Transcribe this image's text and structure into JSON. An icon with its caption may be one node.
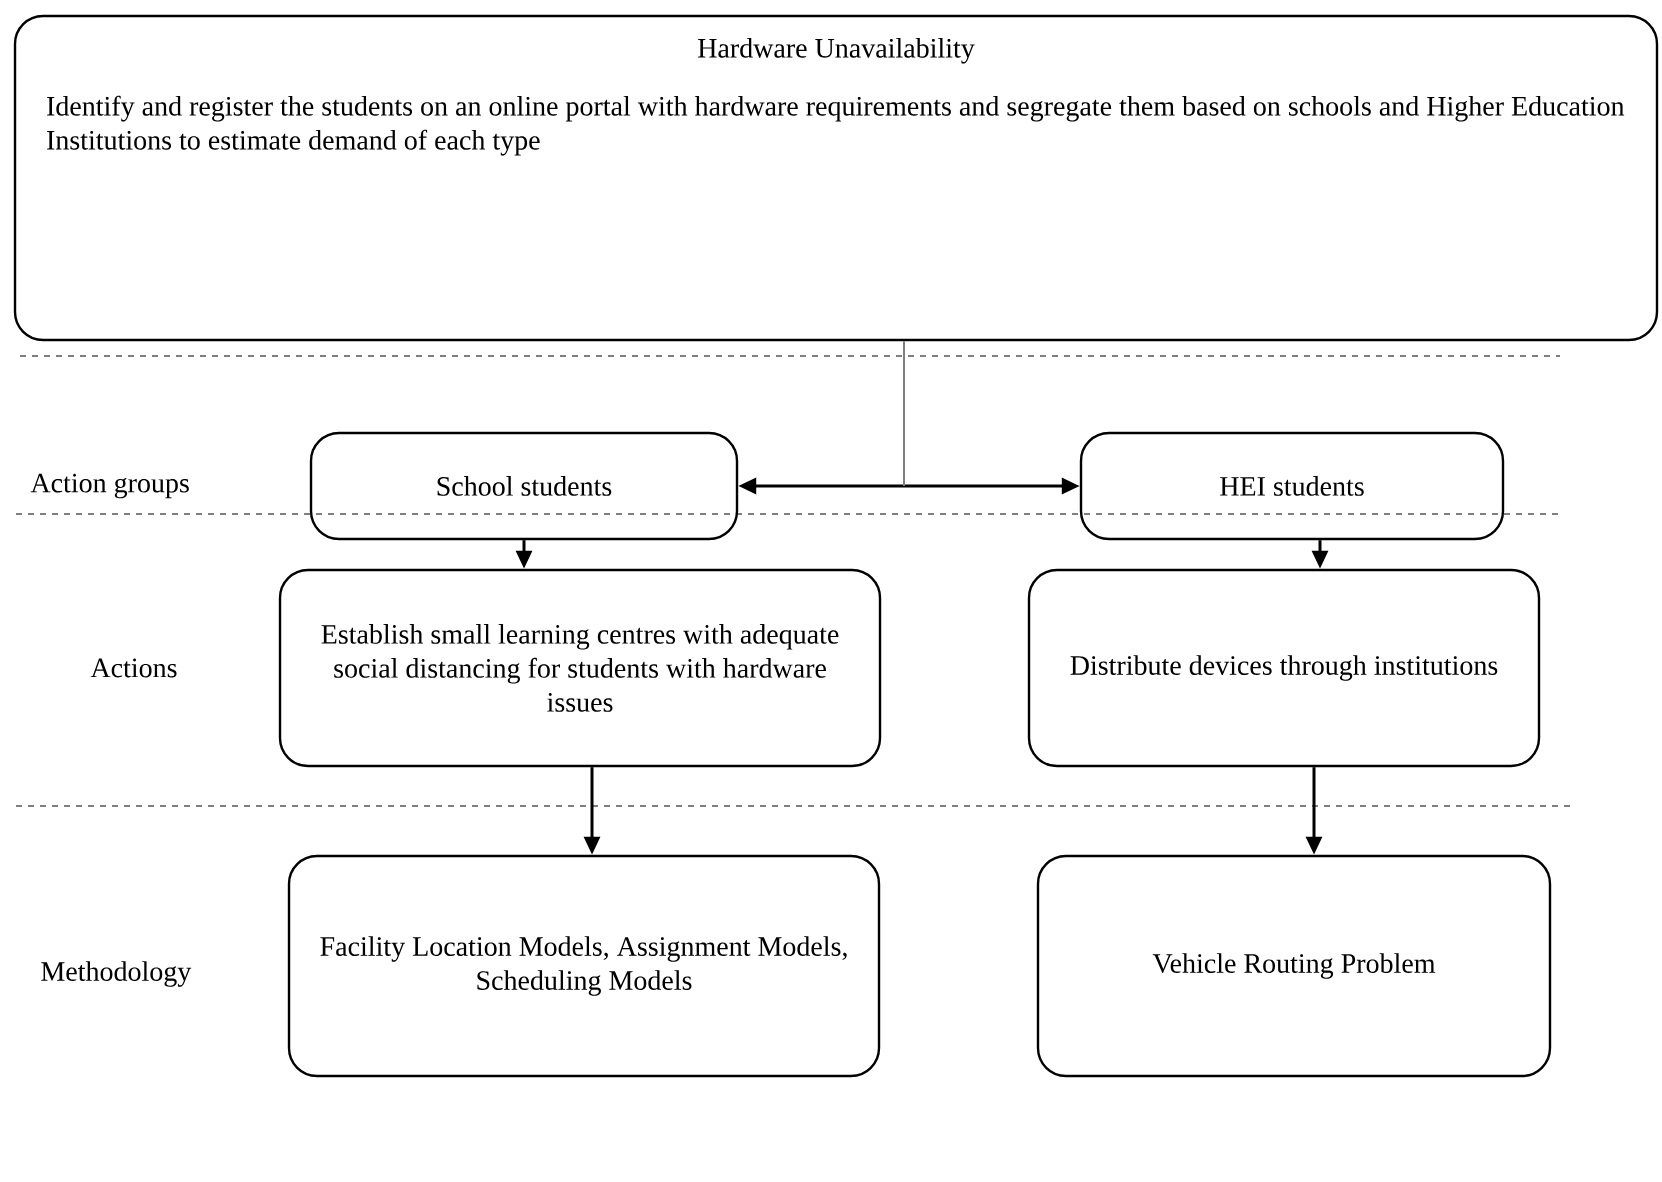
{
  "diagram": {
    "nodes": [
      {
        "text": [
          "Hardware Unavailability",
          "Identify and register the students on an online portal with hardware requirements and segregate them based on schools and Higher Education Institutions to estimate demand of each type"
        ]
      },
      {
        "text": [
          "School students"
        ]
      },
      {
        "text": [
          "HEI students"
        ]
      },
      {
        "text": [
          "Establish small learning centres with adequate social distancing for students with hardware issues"
        ]
      },
      {
        "text": [
          "Distribute devices through institutions"
        ]
      },
      {
        "text": [
          "Facility Location Models, Assignment Models, Scheduling Models"
        ]
      },
      {
        "text": [
          "Vehicle Routing Problem"
        ]
      }
    ],
    "edges": [
      {
        "from": 1,
        "to": 2,
        "arrow": "both"
      },
      {
        "from": 0,
        "to": null,
        "arrow": "none",
        "color": "#808080"
      },
      {
        "from": 1,
        "to": 3,
        "arrow": "to"
      },
      {
        "from": 2,
        "to": 4,
        "arrow": "to"
      },
      {
        "from": 3,
        "to": 5,
        "arrow": "to"
      },
      {
        "from": 4,
        "to": 6,
        "arrow": "to"
      }
    ],
    "labels": [
      "Action groups",
      "Actions",
      "Methodology"
    ]
  }
}
